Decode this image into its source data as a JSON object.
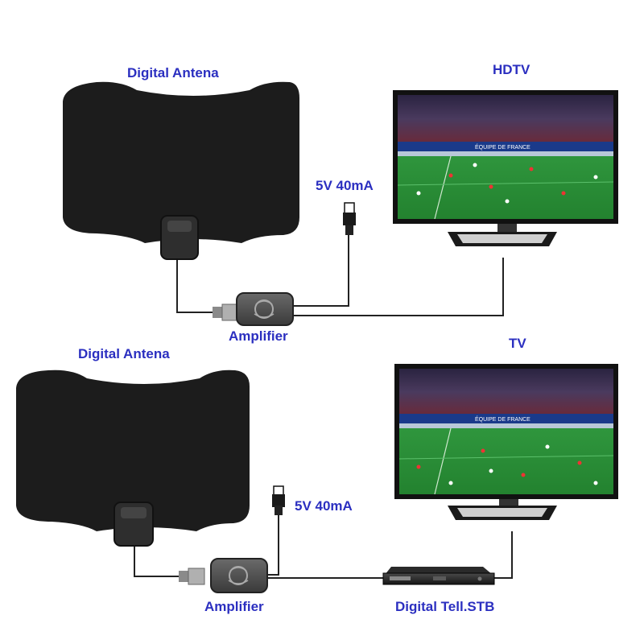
{
  "colors": {
    "label_blue": "#2b2fc0",
    "label_dark": "#111111",
    "antenna_body": "#1c1c1c",
    "cable": "#222222",
    "pitch_green": "#2f9a3a",
    "tv_frame": "#111111"
  },
  "top_setup": {
    "antenna_label": "Digital Antena",
    "display_label": "HDTV",
    "power_label": "5V 40mA",
    "amplifier_label": "Amplifier",
    "tv_banner": "ÉQUIPE DE FRANCE"
  },
  "bottom_setup": {
    "antenna_label": "Digital Antena",
    "display_label": "TV",
    "power_label": "5V 40mA",
    "amplifier_label": "Amplifier",
    "stb_label": "Digital Tell.STB",
    "tv_banner": "ÉQUIPE DE FRANCE"
  },
  "icons": [
    "antenna-panel-icon",
    "amplifier-icon",
    "usb-plug-icon",
    "television-icon",
    "set-top-box-icon"
  ]
}
